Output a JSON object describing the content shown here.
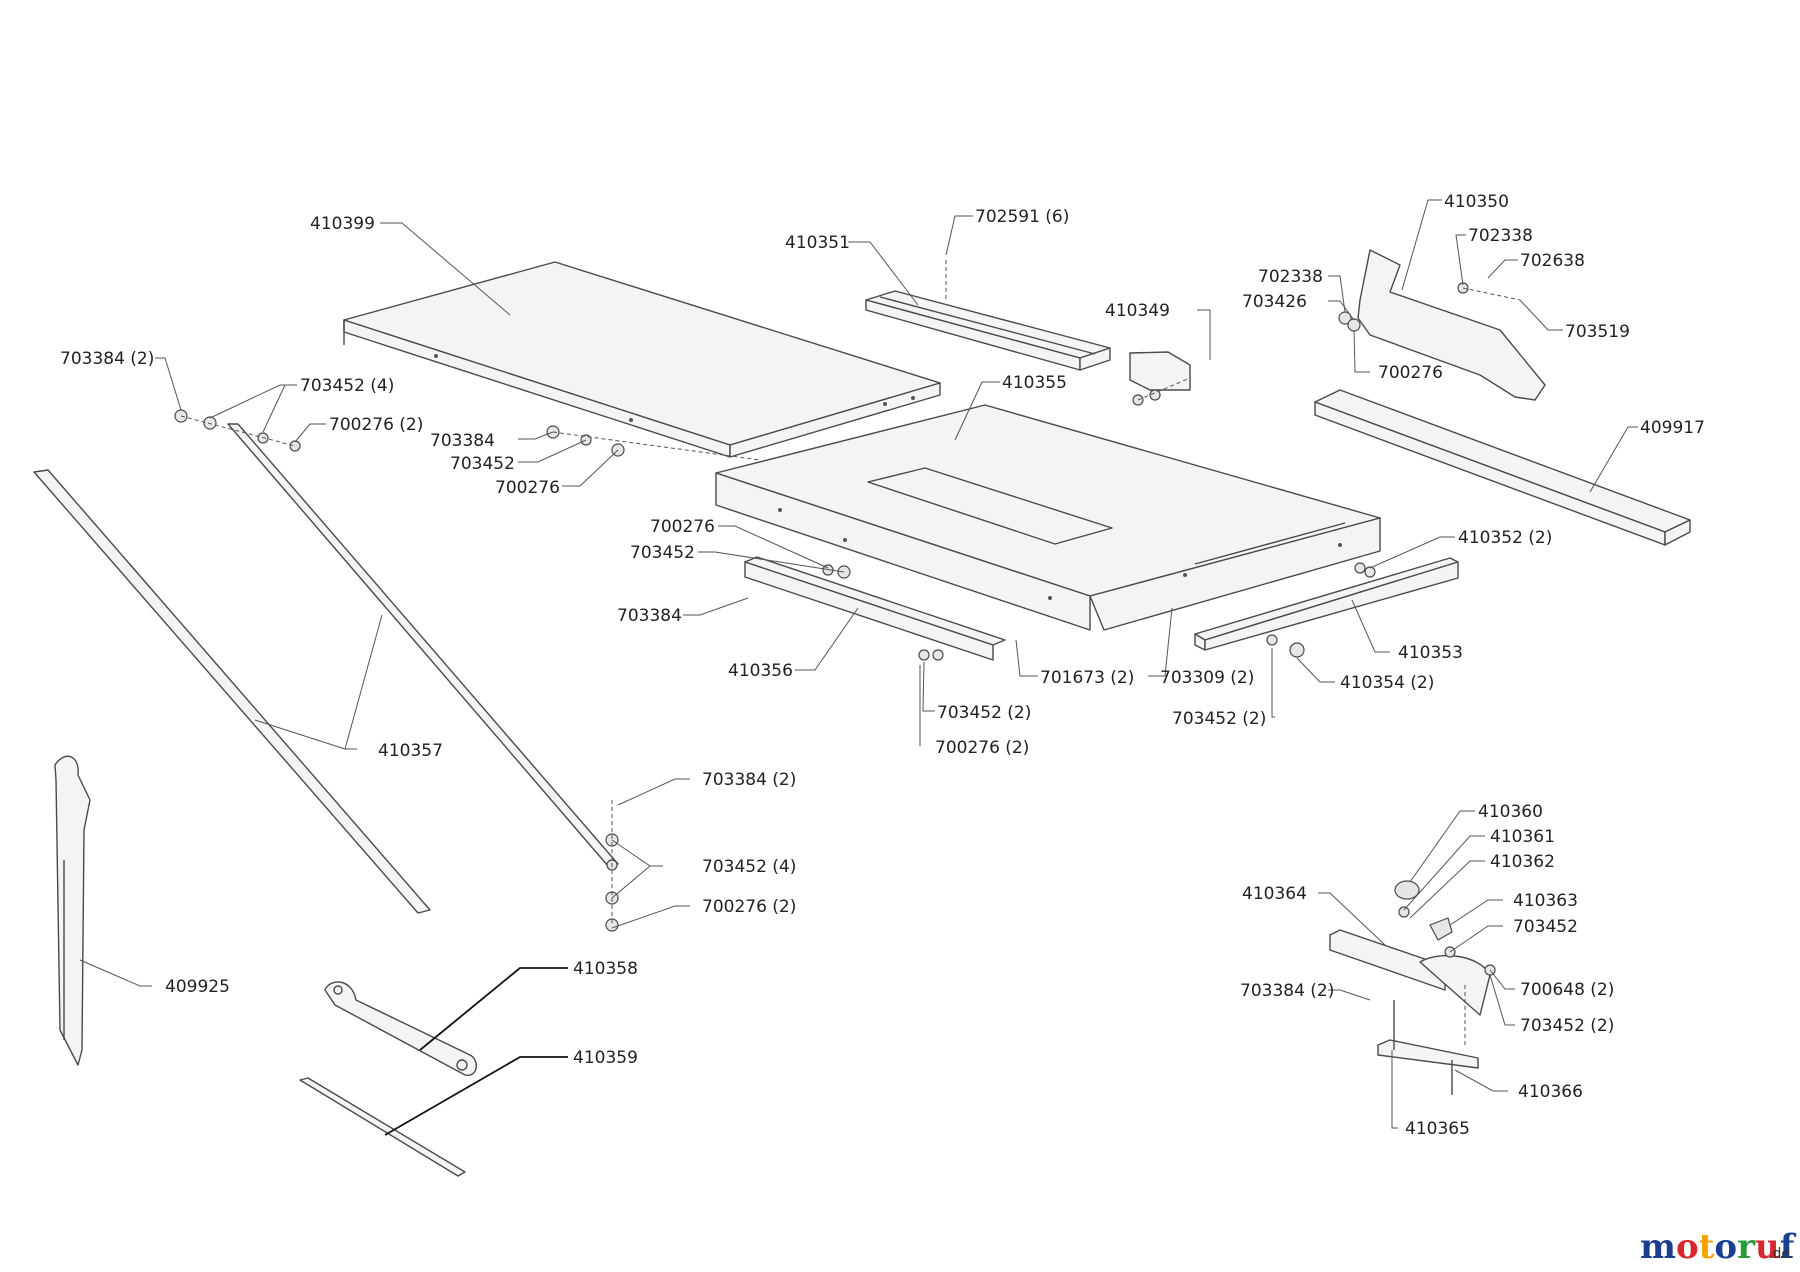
{
  "labels": {
    "l410399": "410399",
    "l410351": "410351",
    "l702591": "702591 (6)",
    "l410350": "410350",
    "l702338a": "702338",
    "l702638": "702638",
    "l702338b": "702338",
    "l703426": "703426",
    "l703519": "703519",
    "l410349": "410349",
    "l700276a": "700276",
    "l410355": "410355",
    "l703384a": "703384 (2)",
    "l703452a": "703452 (4)",
    "l700276b": "700276 (2)",
    "l703384b": "703384",
    "l703452b": "703452",
    "l700276c": "700276",
    "l409917": "409917",
    "l700276d": "700276",
    "l703452c": "703452",
    "l410352": "410352 (2)",
    "l703384c": "703384",
    "l410353": "410353",
    "l410356": "410356",
    "l701673": "701673 (2)",
    "l703309": "703309 (2)",
    "l410354": "410354 (2)",
    "l703452d": "703452 (2)",
    "l703452e": "703452 (2)",
    "l700276e": "700276 (2)",
    "l410357": "410357",
    "l703384d": "703384 (2)",
    "l703452f": "703452 (4)",
    "l700276f": "700276 (2)",
    "l410360": "410360",
    "l410361": "410361",
    "l410362": "410362",
    "l410364": "410364",
    "l410363": "410363",
    "l703452g": "703452",
    "l703384e": "703384 (2)",
    "l700648": "700648 (2)",
    "l703452h": "703452 (2)",
    "l409925": "409925",
    "l410358": "410358",
    "l410366": "410366",
    "l410359": "410359",
    "l410365": "410365"
  },
  "watermark": {
    "brand": "motoruf",
    "tld": ".de",
    "colors": [
      "#1b3f8f",
      "#d8262e",
      "#f2a500",
      "#1b3f8f",
      "#2e9b3b",
      "#d8262e",
      "#1b3f8f"
    ]
  }
}
